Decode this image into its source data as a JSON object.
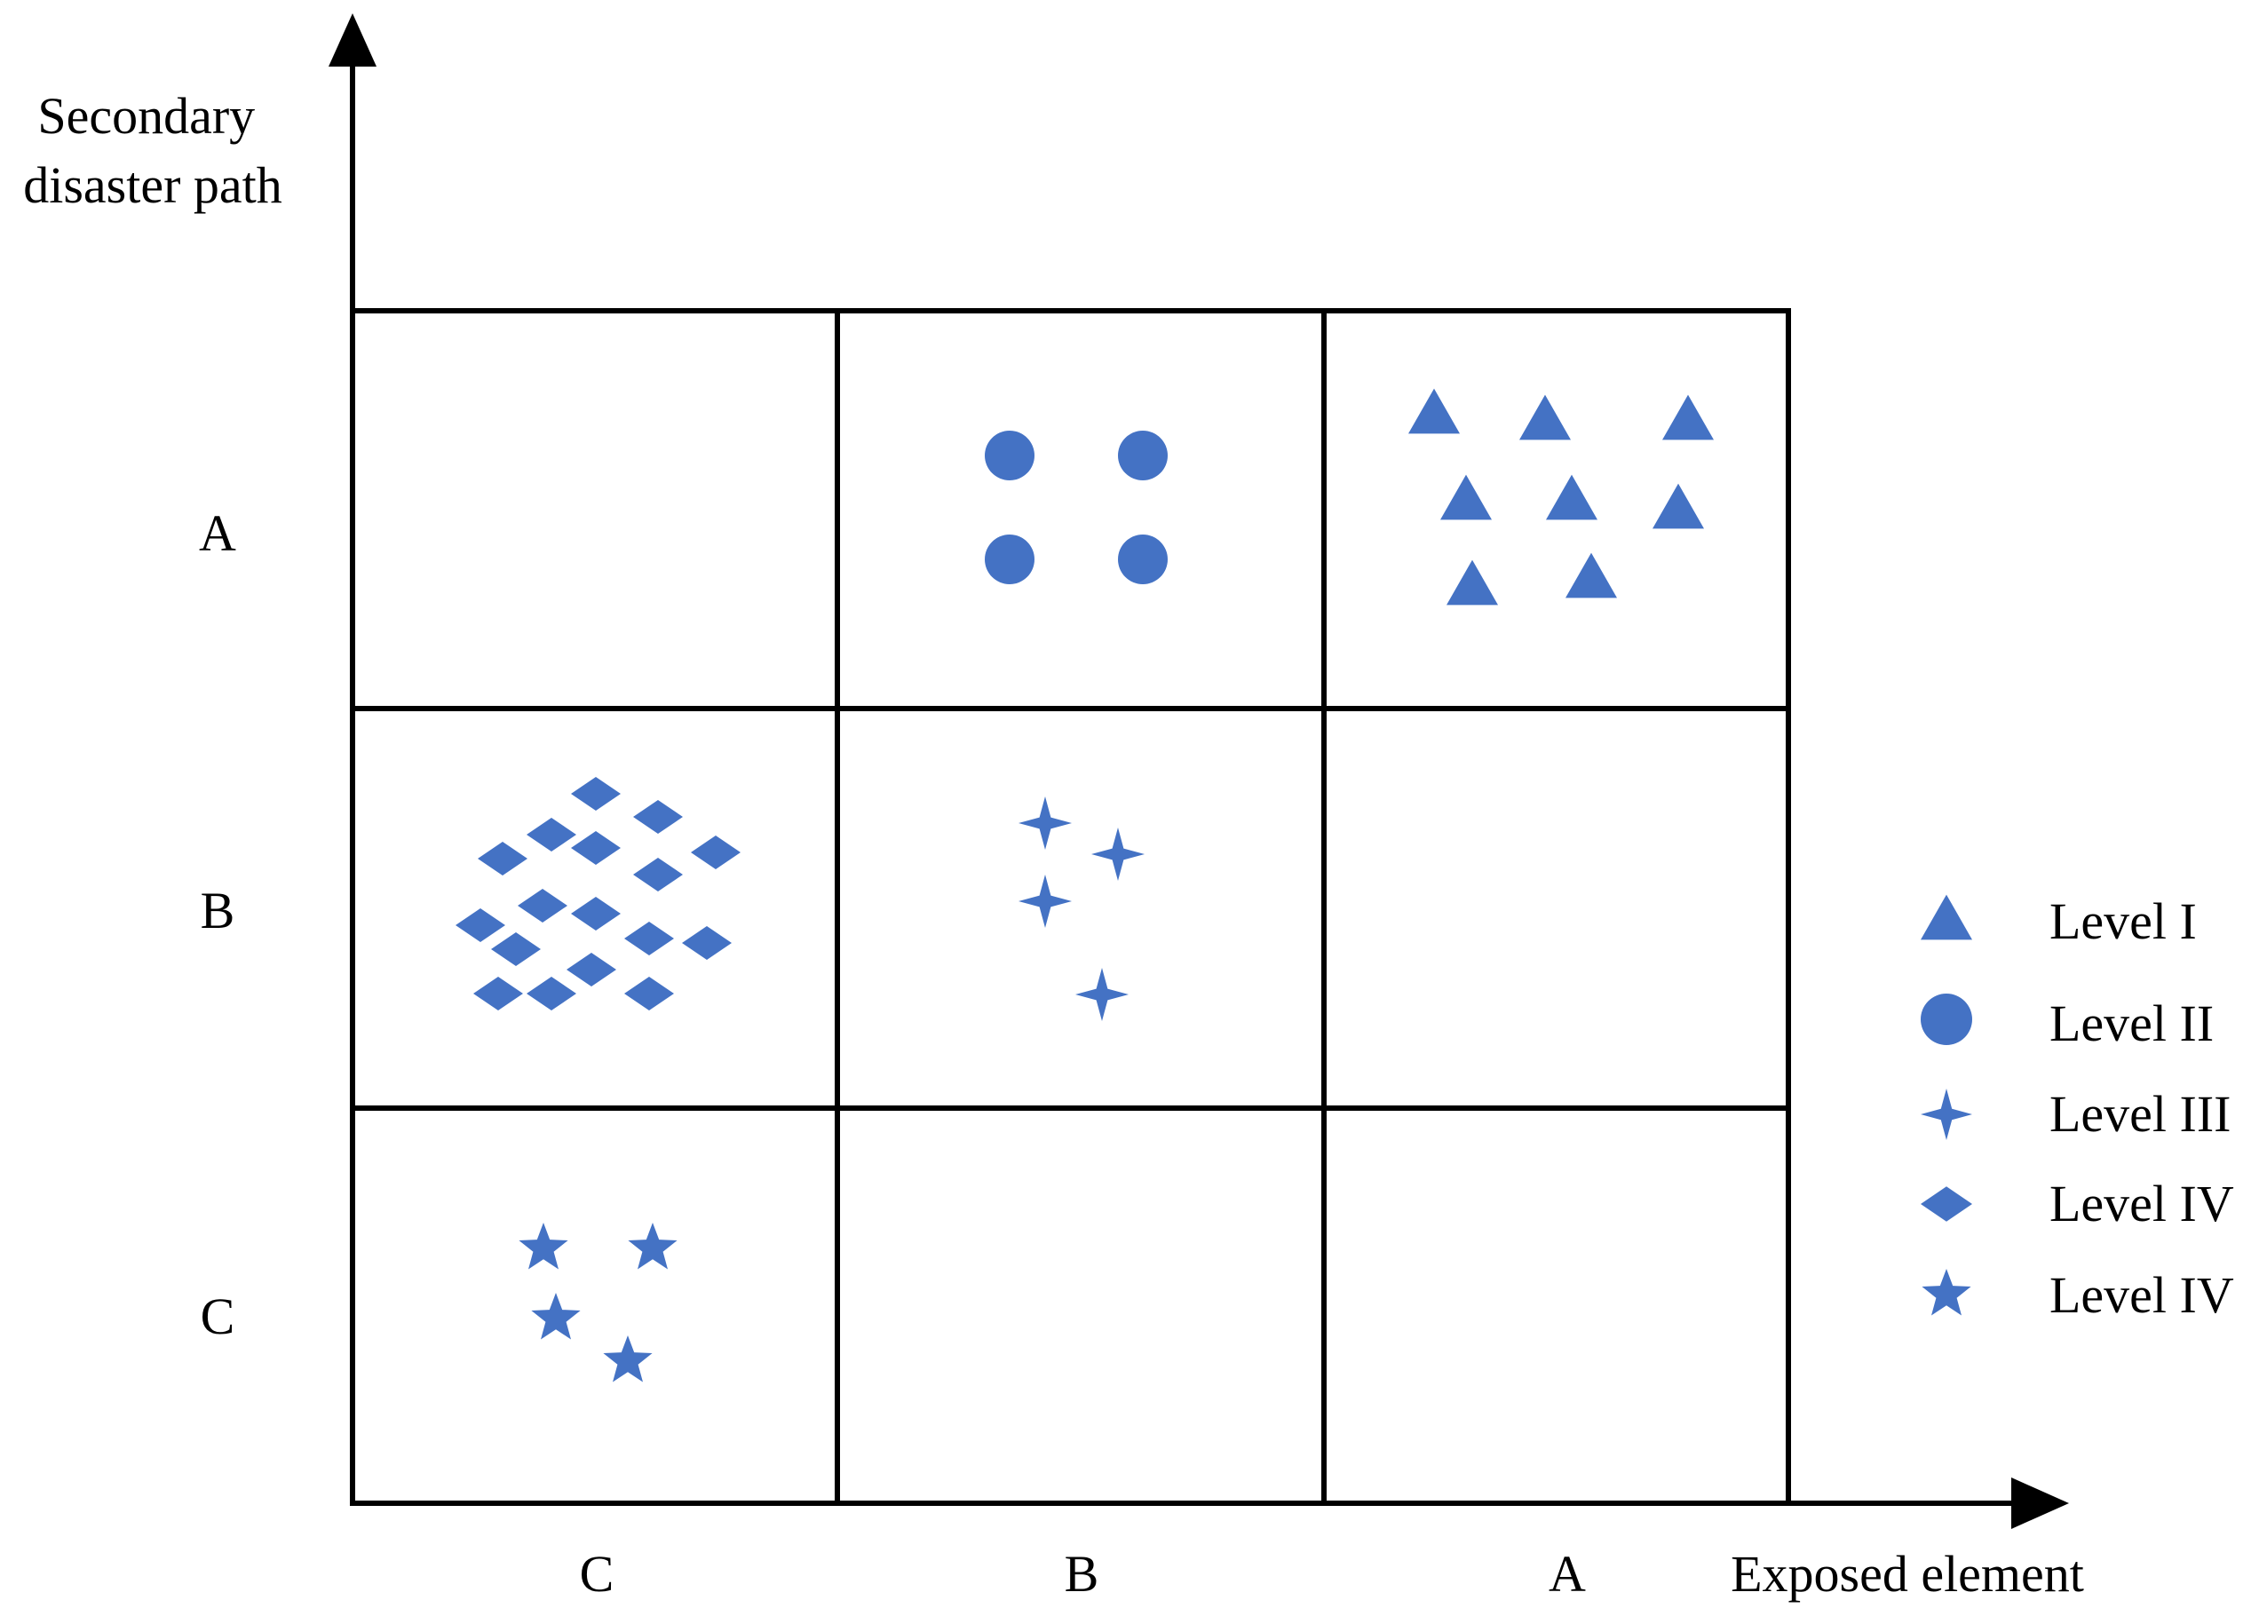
{
  "y_axis": {
    "title_line1": "Secondary",
    "title_line2": "disaster path"
  },
  "x_axis": {
    "title": "Exposed element"
  },
  "rows": [
    "A",
    "B",
    "C"
  ],
  "columns": [
    "C",
    "B",
    "A"
  ],
  "marker_color": "#4472C4",
  "legend": [
    {
      "icon": "triangle-icon",
      "label": "Level I"
    },
    {
      "icon": "circle-icon",
      "label": "Level II"
    },
    {
      "icon": "four-point-star-icon",
      "label": "Level III"
    },
    {
      "icon": "diamond-icon",
      "label": "Level IV"
    },
    {
      "icon": "five-point-star-icon",
      "label": "Level IV"
    }
  ],
  "cells": [
    {
      "row": "A",
      "column": "B",
      "symbol": "circle-icon",
      "count": 4
    },
    {
      "row": "A",
      "column": "A",
      "symbol": "triangle-icon",
      "count": 8
    },
    {
      "row": "B",
      "column": "C",
      "symbol": "diamond-icon",
      "count": 17
    },
    {
      "row": "B",
      "column": "B",
      "symbol": "four-point-star-icon",
      "count": 4
    },
    {
      "row": "C",
      "column": "C",
      "symbol": "five-point-star-icon",
      "count": 4
    }
  ]
}
